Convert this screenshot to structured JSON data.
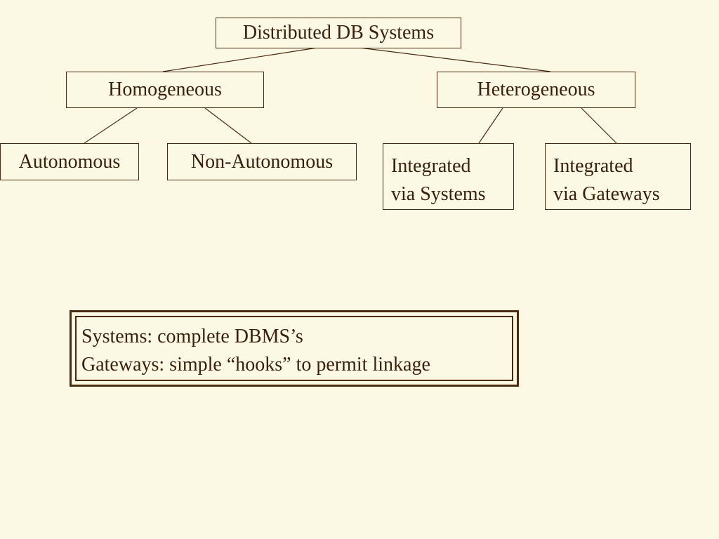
{
  "diagram": {
    "root": "Distributed DB Systems",
    "homogeneous": "Homogeneous",
    "heterogeneous": "Heterogeneous",
    "autonomous": "Autonomous",
    "non_autonomous": "Non-Autonomous",
    "integrated_systems": [
      "Integrated",
      "via Systems"
    ],
    "integrated_gateways": [
      "Integrated",
      "via Gateways"
    ]
  },
  "note": {
    "line1": "Systems: complete DBMS’s",
    "line2": "Gateways: simple “hooks” to permit linkage"
  },
  "colors": {
    "background": "#fbf8e3",
    "ink": "#3a1f0b",
    "border": "#4b2a12"
  }
}
